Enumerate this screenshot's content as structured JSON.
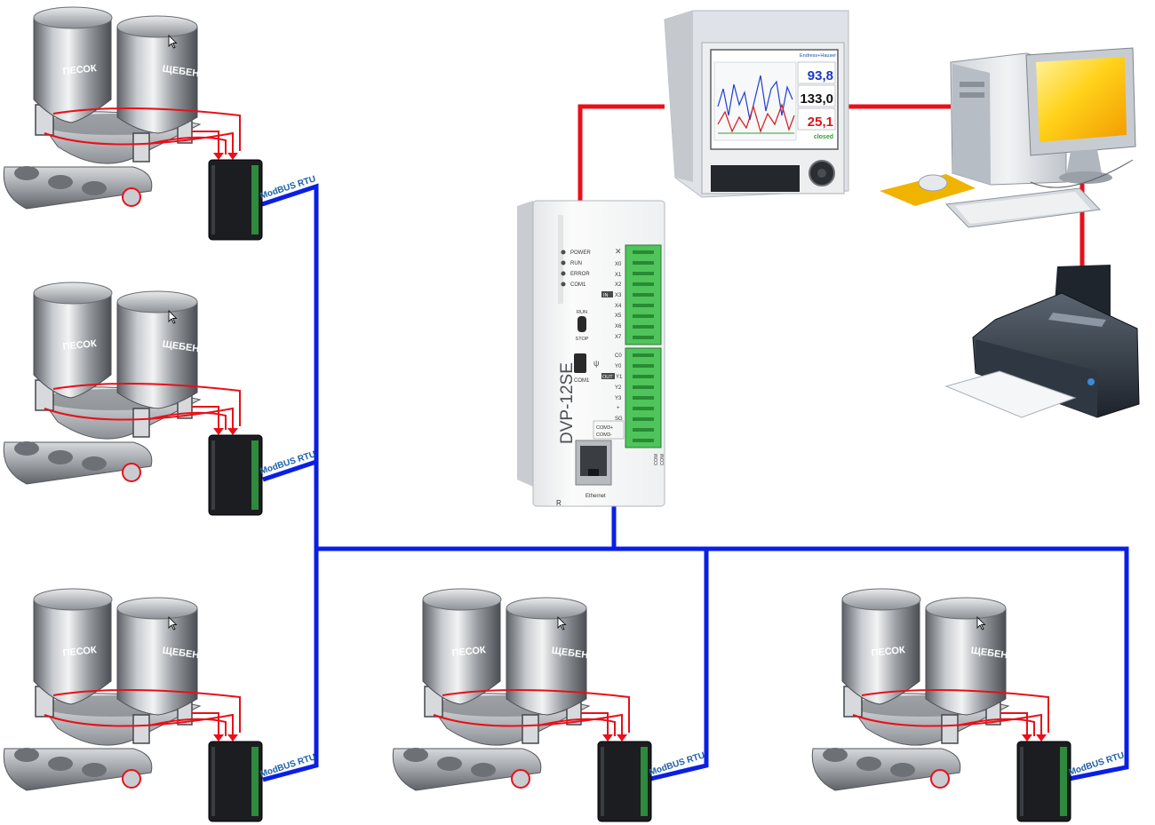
{
  "stations": [
    {
      "silo_left": "ПЕСОК",
      "silo_right": "ЩЕБЕНЬ",
      "bus_label": "ModBUS RTU"
    },
    {
      "silo_left": "ПЕСОК",
      "silo_right": "ЩЕБЕНЬ",
      "bus_label": "ModBUS RTU"
    },
    {
      "silo_left": "ПЕСОК",
      "silo_right": "ЩЕБЕНЬ",
      "bus_label": "ModBUS RTU"
    },
    {
      "silo_left": "ПЕСОК",
      "silo_right": "ЩЕБЕНЬ",
      "bus_label": "ModBUS RTU"
    },
    {
      "silo_left": "ПЕСОК",
      "silo_right": "ЩЕБЕНЬ",
      "bus_label": "ModBUS RTU"
    }
  ],
  "plc": {
    "model": "DVP-12SE",
    "leds": [
      "POWER",
      "RUN",
      "ERROR",
      "COM1"
    ],
    "switch_top": "RUN",
    "switch_bottom": "STOP",
    "usb_label": "COM1",
    "in_badge": "IN",
    "out_badge": "OUT",
    "inputs": [
      "X0",
      "X1",
      "X2",
      "X3",
      "X4",
      "X5",
      "X6",
      "X7"
    ],
    "outputs": [
      "C0",
      "Y0",
      "Y1",
      "Y2",
      "Y3",
      "+",
      "SG"
    ],
    "com_labels": [
      "COM3+",
      "COM3-"
    ],
    "side_labels": [
      "COM",
      "COM"
    ],
    "ethernet_label": "Ethernet",
    "corner_mark": "R"
  },
  "recorder": {
    "brand": "Endress+Hauser",
    "values": [
      "93,8",
      "133,0",
      "25,1"
    ],
    "status": "closed"
  },
  "colors": {
    "bus_blue": "#0a1fe6",
    "link_red": "#e8101a",
    "terminal_green": "#4fc45a",
    "monitor_yellow": "#ffd21a"
  }
}
